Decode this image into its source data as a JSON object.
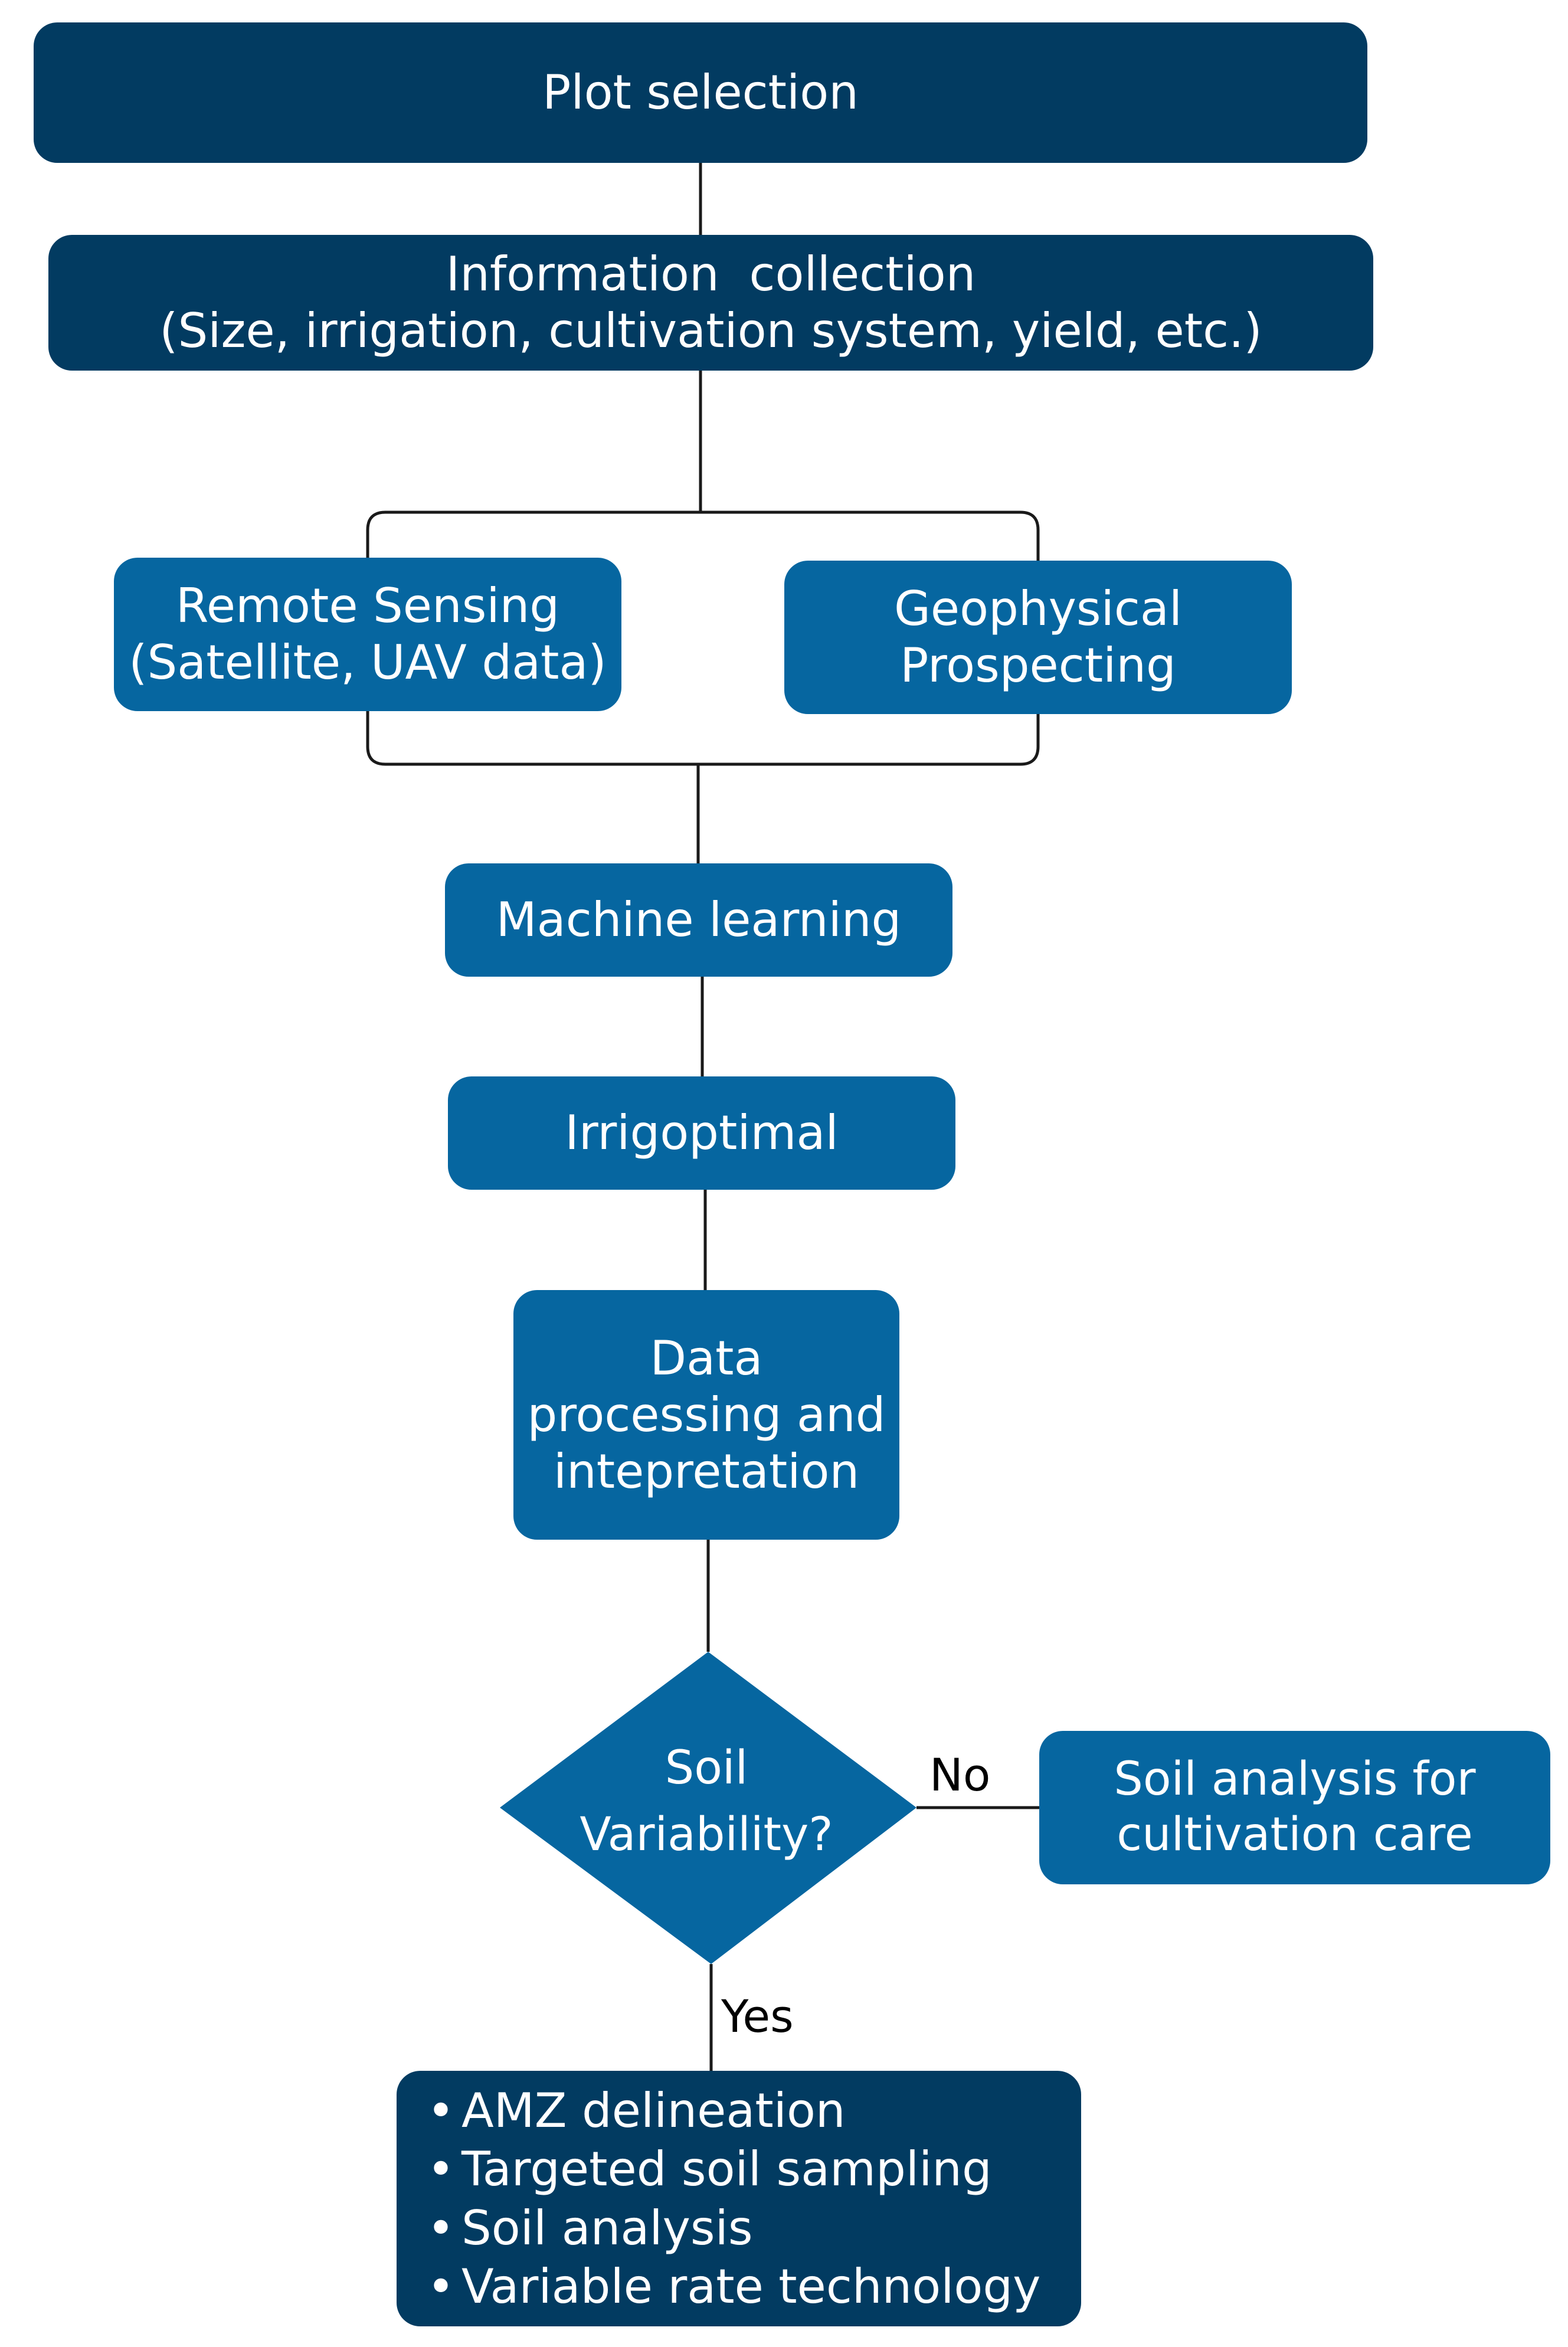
{
  "diagram": {
    "plot_selection": "Plot selection",
    "information_collection": {
      "line1": "Information  collection",
      "line2": "(Size, irrigation, cultivation system, yield, etc.)"
    },
    "remote_sensing": {
      "line1": "Remote Sensing",
      "line2": "(Satellite, UAV data)"
    },
    "geophysical": {
      "line1": "Geophysical",
      "line2": "Prospecting"
    },
    "machine_learning": "Machine learning",
    "irrigoptimal": "Irrigoptimal",
    "data_processing": {
      "line1": "Data",
      "line2": "processing and",
      "line3": "intepretation"
    },
    "decision": {
      "line1": "Soil",
      "line2": "Variability?"
    },
    "no_label": "No",
    "yes_label": "Yes",
    "soil_analysis_care": {
      "line1": "Soil analysis for",
      "line2": "cultivation care"
    },
    "outcomes": [
      "AMZ delineation",
      "Targeted soil sampling",
      "Soil analysis",
      "Variable rate technology"
    ]
  },
  "colors": {
    "dark_box": "#023b61",
    "mid_box": "#0666a0",
    "connector": "#1a1a1a"
  }
}
